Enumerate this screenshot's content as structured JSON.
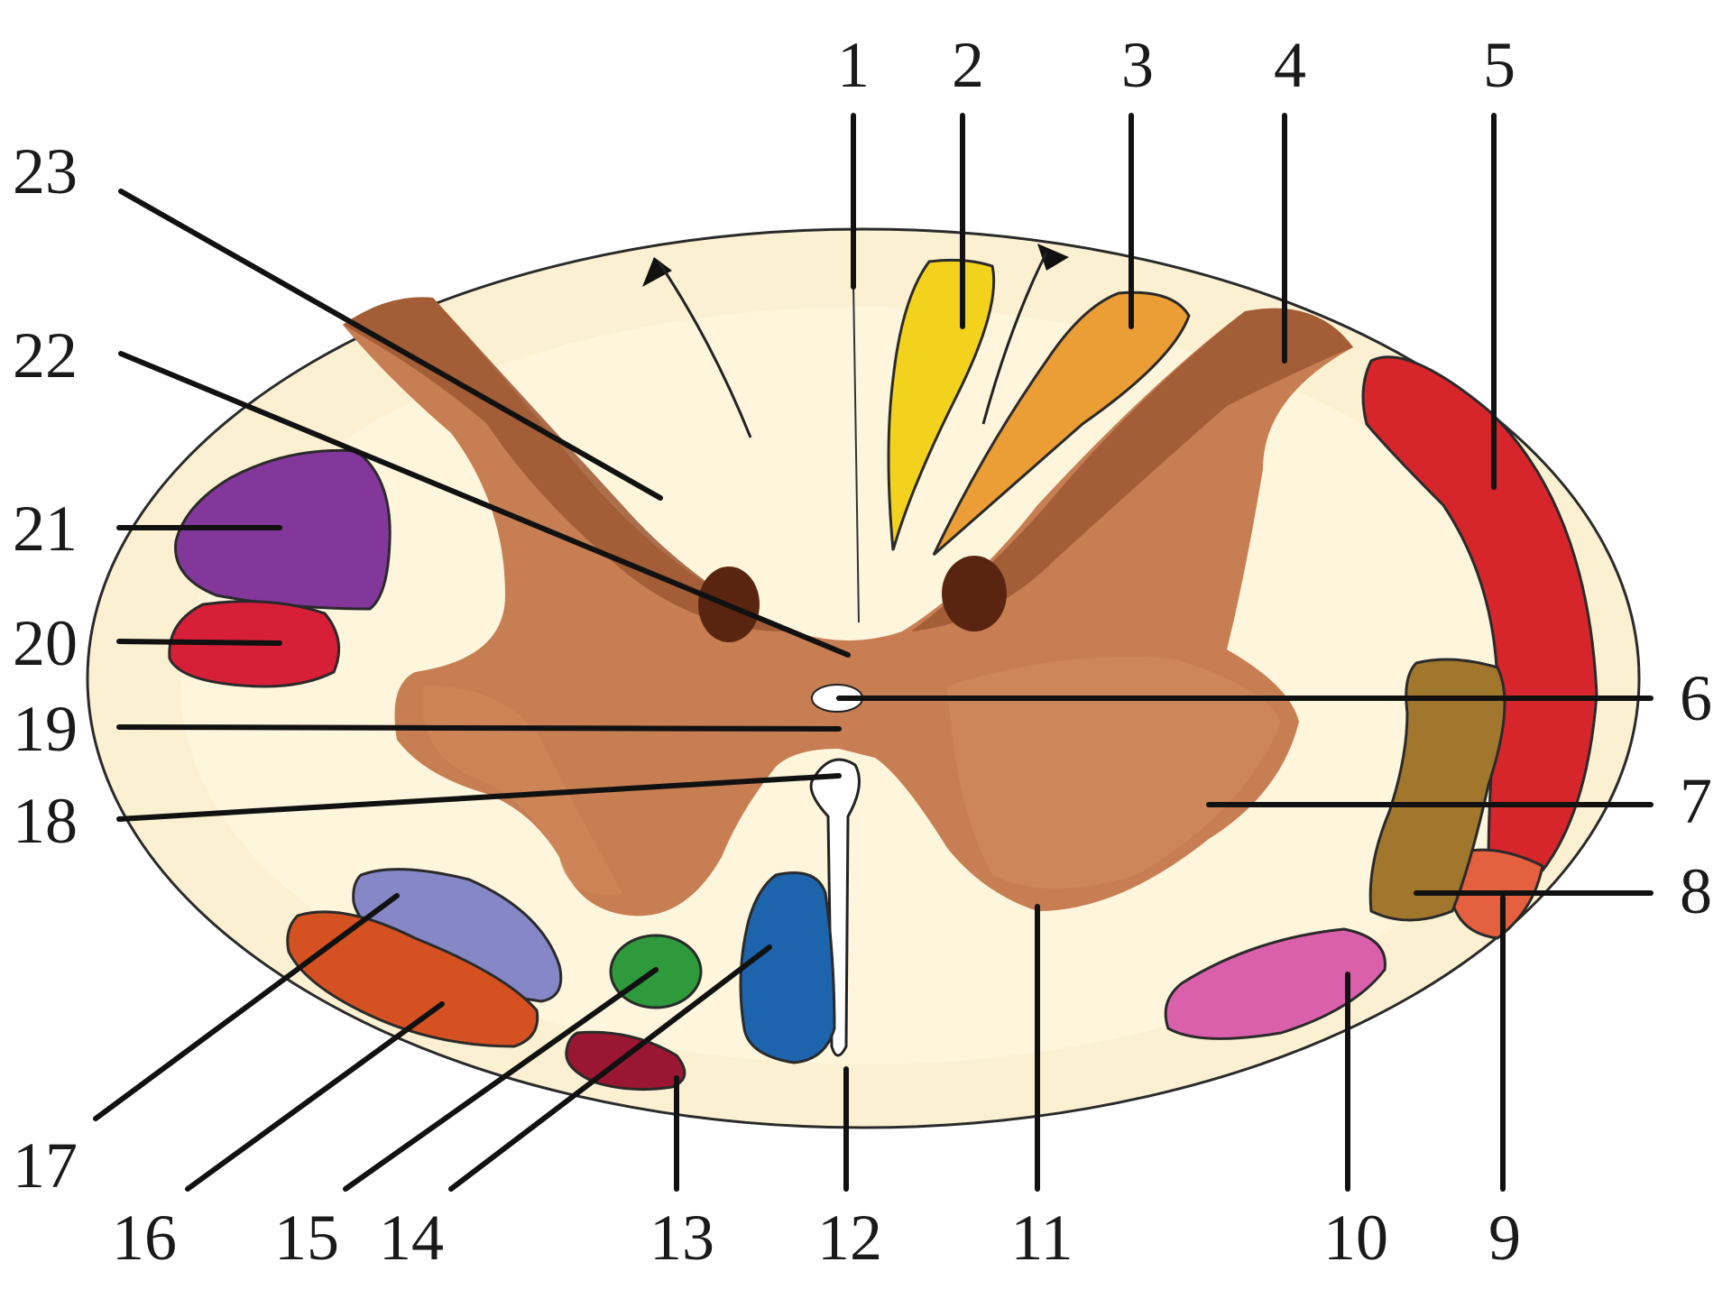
{
  "diagram": {
    "labels": [
      "1",
      "2",
      "3",
      "4",
      "5",
      "6",
      "7",
      "8",
      "9",
      "10",
      "11",
      "12",
      "13",
      "14",
      "15",
      "16",
      "17",
      "18",
      "19",
      "20",
      "21",
      "22",
      "23"
    ]
  },
  "colors": {
    "background": "#ffffff",
    "white_matter": "#fbf1d2",
    "white_matter_light": "#fff7e3",
    "gray_matter_dorsal": "#b0693f",
    "gray_matter_central": "#cd855a",
    "gray_matter_dark": "#5a2510",
    "tract_2": "#f3d21e",
    "tract_3": "#eb9d36",
    "tract_5": "#d7262b",
    "tract_8": "#e5603f",
    "tract_9_tan": "#a1772d",
    "tract_10": "#db60ac",
    "tract_13": "#9a1632",
    "tract_14": "#1d64ac",
    "tract_15": "#2e9a3c",
    "tract_16": "#d65121",
    "tract_17": "#8587c6",
    "tract_20": "#d71f38",
    "tract_21": "#83379b",
    "central_canal": "#ffffff"
  }
}
